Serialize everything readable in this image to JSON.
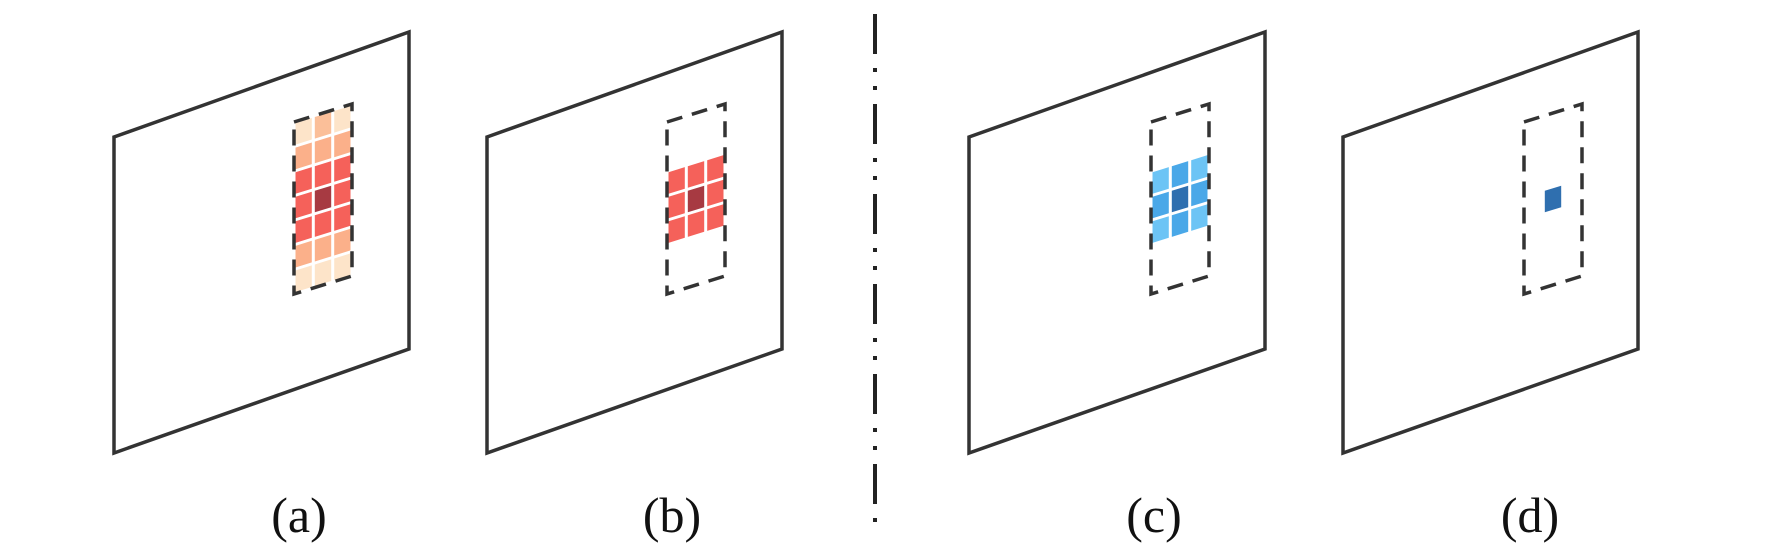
{
  "panels": [
    {
      "id": "a",
      "caption": "(a)",
      "window_cols": 3,
      "window_rows": 7,
      "cell_colors": [
        [
          "#fde4c9",
          "#fbbf99",
          "#fde4c9"
        ],
        [
          "#fbb08a",
          "#fbb08a",
          "#fbb08a"
        ],
        [
          "#f5615a",
          "#f5615a",
          "#f5615a"
        ],
        [
          "#f5615a",
          "#a73a42",
          "#f5615a"
        ],
        [
          "#f5615a",
          "#f5615a",
          "#f5615a"
        ],
        [
          "#fbb08a",
          "#fbb08a",
          "#fbb08a"
        ],
        [
          "#fde4c9",
          "#fde4c9",
          "#fde4c9"
        ]
      ]
    },
    {
      "id": "b",
      "caption": "(b)",
      "window_cols": 3,
      "window_rows": 7,
      "cell_colors": [
        [
          null,
          null,
          null
        ],
        [
          null,
          null,
          null
        ],
        [
          "#f5615a",
          "#f5615a",
          "#f5615a"
        ],
        [
          "#f5615a",
          "#a73a42",
          "#f5615a"
        ],
        [
          "#f5615a",
          "#f5615a",
          "#f5615a"
        ],
        [
          null,
          null,
          null
        ],
        [
          null,
          null,
          null
        ]
      ]
    },
    {
      "id": "c",
      "caption": "(c)",
      "window_cols": 3,
      "window_rows": 7,
      "cell_colors": [
        [
          null,
          null,
          null
        ],
        [
          null,
          null,
          null
        ],
        [
          "#6cc4f5",
          "#4aa8e8",
          "#6cc4f5"
        ],
        [
          "#4aa8e8",
          "#2f6faf",
          "#4aa8e8"
        ],
        [
          "#6cc4f5",
          "#4aa8e8",
          "#6cc4f5"
        ],
        [
          null,
          null,
          null
        ],
        [
          null,
          null,
          null
        ]
      ]
    },
    {
      "id": "d",
      "caption": "(d)",
      "window_cols": 3,
      "window_rows": 7,
      "cell_colors": [
        [
          null,
          null,
          null
        ],
        [
          null,
          null,
          null
        ],
        [
          null,
          null,
          null
        ],
        [
          null,
          "#2f6faf",
          null
        ],
        [
          null,
          null,
          null
        ],
        [
          null,
          null,
          null
        ],
        [
          null,
          null,
          null
        ]
      ]
    }
  ]
}
